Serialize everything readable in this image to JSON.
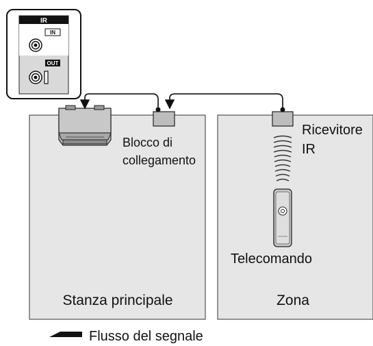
{
  "panel": {
    "header": "IR",
    "in_label": "IN",
    "out_label": "OUT"
  },
  "rooms": {
    "main": {
      "label": "Stanza principale"
    },
    "zone": {
      "label": "Zona"
    }
  },
  "components": {
    "connecting_block": {
      "line1": "Blocco di",
      "line2": "collegamento"
    },
    "ir_receiver": {
      "line1": "Ricevitore",
      "line2": "IR"
    },
    "remote": {
      "label": "Telecomando"
    }
  },
  "legend": {
    "signal_flow": "Flusso del segnale"
  },
  "colors": {
    "room_fill": "#e6e6e6",
    "panel_fill": "#d9d9d9",
    "dark": "#111111",
    "line": "#222222"
  }
}
